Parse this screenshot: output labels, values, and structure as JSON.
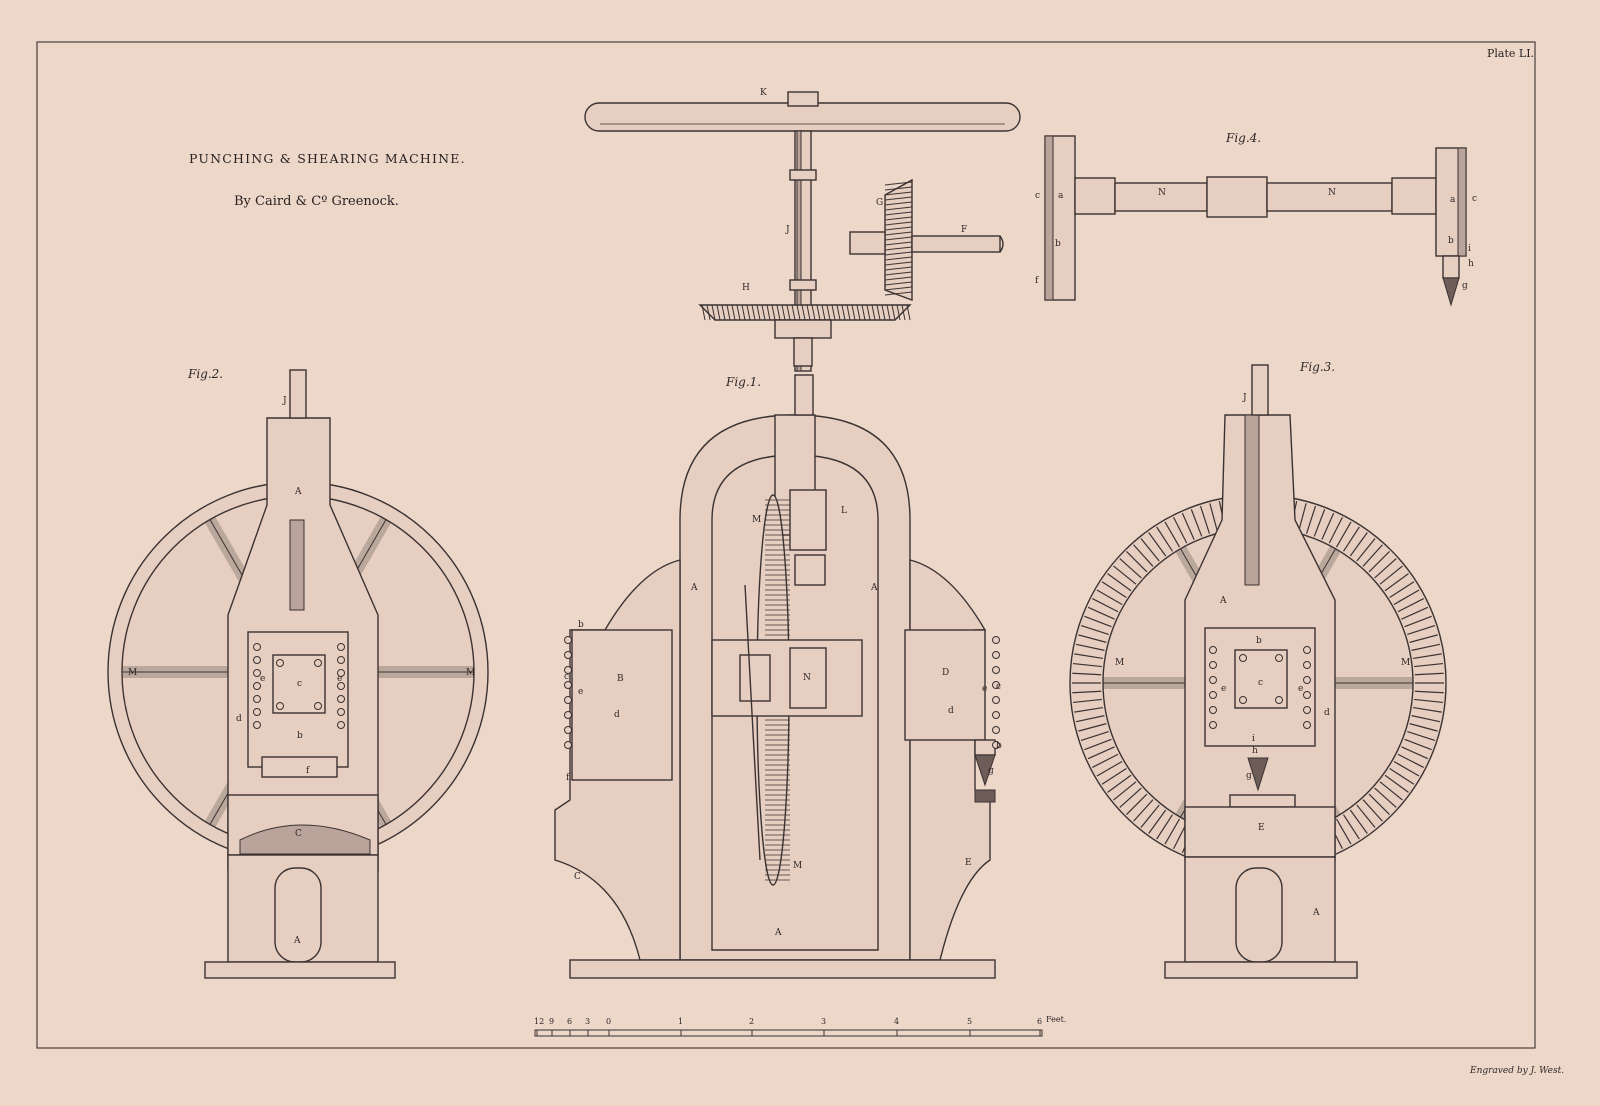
{
  "plate": {
    "title": "PUNCHING & SHEARING MACHINE.",
    "subtitle": "By Caird & Cº Greenock.",
    "plate_number": "Plate LI.",
    "engraver": "Engraved by J. West."
  },
  "top_view": {
    "labels": [
      "K",
      "J",
      "G",
      "F",
      "H"
    ]
  },
  "fig4": {
    "caption": "Fig.4.",
    "labels": [
      "c",
      "a",
      "N",
      "N",
      "a",
      "c",
      "b",
      "b",
      "f",
      "i",
      "h",
      "g"
    ]
  },
  "fig2": {
    "caption": "Fig.2.",
    "labels": [
      "J",
      "A",
      "M",
      "M",
      "c",
      "b",
      "d",
      "e",
      "e",
      "f",
      "C",
      "A"
    ]
  },
  "fig1": {
    "caption": "Fig.1.",
    "labels": [
      "L",
      "M",
      "A",
      "A",
      "B",
      "D",
      "N",
      "d",
      "d",
      "b",
      "c",
      "e",
      "e",
      "c",
      "b",
      "f",
      "g",
      "C",
      "M",
      "E",
      "A"
    ]
  },
  "fig3": {
    "caption": "Fig.3.",
    "labels": [
      "J",
      "A",
      "M",
      "M",
      "b",
      "c",
      "e",
      "e",
      "d",
      "i",
      "h",
      "g",
      "E",
      "A"
    ]
  },
  "scale": {
    "ticks": [
      "12",
      "9",
      "6",
      "3",
      "0",
      "1",
      "2",
      "3",
      "4",
      "5",
      "6"
    ],
    "unit": "Feet."
  },
  "colors": {
    "paper": "#ecd7c9",
    "ink": "#3b3232"
  }
}
